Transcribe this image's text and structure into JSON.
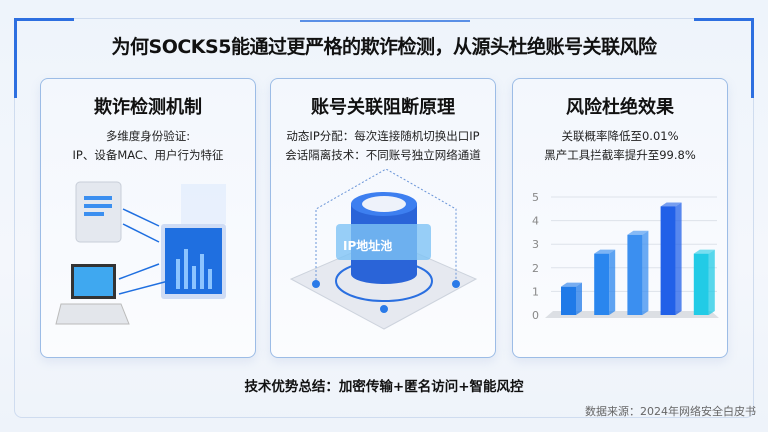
{
  "title": "为何SOCKS5能通过更严格的欺诈检测，从源头杜绝账号关联风险",
  "panels": [
    {
      "heading": "欺诈检测机制",
      "lines": [
        "多维度身份验证:",
        "IP、设备MAC、用户行为特征"
      ]
    },
    {
      "heading": "账号关联阻断原理",
      "lines": [
        "动态IP分配：每次连接随机切换出口IP",
        "会话隔离技术：不同账号独立网络通道"
      ],
      "db_label": "IP地址池"
    },
    {
      "heading": "风险杜绝效果",
      "lines": [
        "关联概率降低至0.01%",
        "黑产工具拦截率提升至99.8%"
      ]
    }
  ],
  "chart_data": {
    "type": "bar",
    "categories": [
      "",
      "",
      "",
      "",
      ""
    ],
    "values": [
      1.2,
      2.6,
      3.4,
      4.6,
      2.6
    ],
    "yticks": [
      "0",
      "1",
      "2",
      "3",
      "4",
      "5"
    ],
    "ylim": [
      0,
      5
    ],
    "grid": true,
    "colors": [
      "#1f7ae8",
      "#2a86ee",
      "#3b8ff0",
      "#2160e8",
      "#22cbe6"
    ]
  },
  "footer": "技术优势总结：加密传输+匿名访问+智能风控",
  "source": "数据来源：2024年网络安全白皮书"
}
